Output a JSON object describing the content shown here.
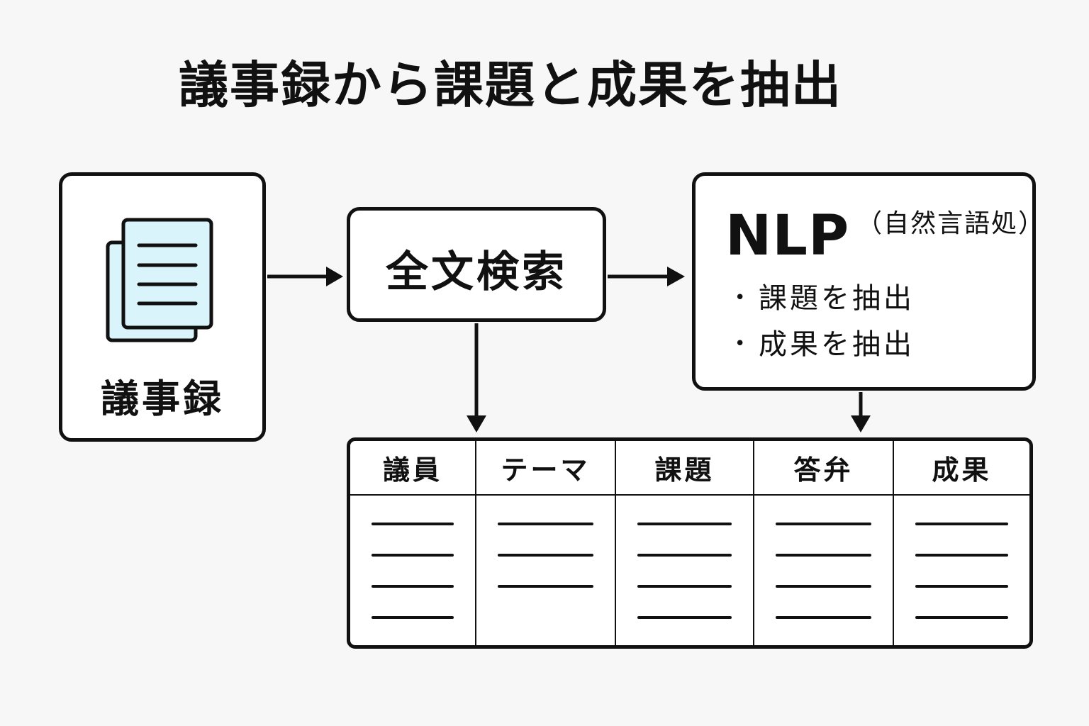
{
  "title": "議事録から課題と成果を抽出",
  "source": {
    "label": "議事録",
    "icon": "documents-icon",
    "icon_fill": "#d9f4fb"
  },
  "search": {
    "label": "全文検索"
  },
  "nlp": {
    "name": "NLP",
    "subtitle": "（自然言語処）",
    "items": [
      {
        "bullet": "•",
        "text": "課題を抽出"
      },
      {
        "bullet": "•",
        "text": "成果を抽出"
      }
    ]
  },
  "table": {
    "columns": [
      {
        "header": "議員",
        "placeholder_lines": 4
      },
      {
        "header": "テーマ",
        "placeholder_lines": 3
      },
      {
        "header": "課題",
        "placeholder_lines": 4
      },
      {
        "header": "答弁",
        "placeholder_lines": 4
      },
      {
        "header": "成果",
        "placeholder_lines": 4
      }
    ]
  },
  "colors": {
    "stroke": "#111111",
    "background": "#f7f7f7",
    "box": "#ffffff"
  }
}
